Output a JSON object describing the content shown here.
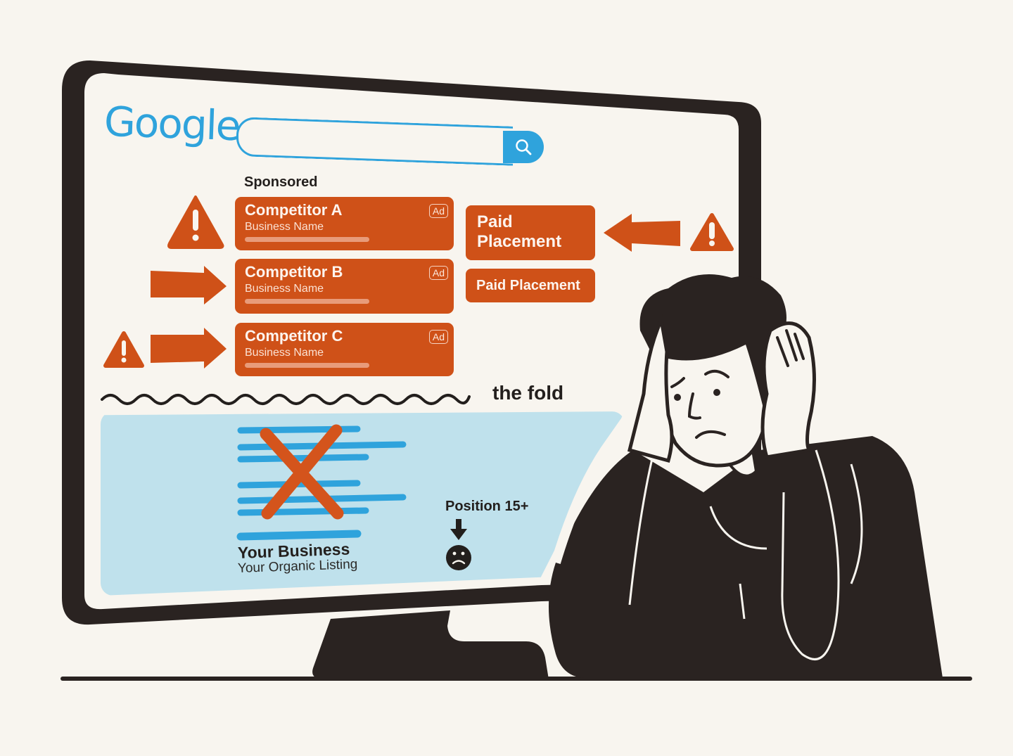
{
  "colors": {
    "background": "#f8f5ef",
    "accent_orange": "#cf5118",
    "google_blue": "#2fa3dc",
    "organic_panel": "#bfe1ec",
    "ink": "#231f1d"
  },
  "search": {
    "logo": "Google",
    "placeholder": "",
    "button_icon": "search-icon"
  },
  "sponsored_section": {
    "label": "Sponsored",
    "ads": [
      {
        "title": "Competitor A",
        "subtitle": "Business Name",
        "badge": "Ad"
      },
      {
        "title": "Competitor B",
        "subtitle": "Business Name",
        "badge": "Ad"
      },
      {
        "title": "Competitor C",
        "subtitle": "Business Name",
        "badge": "Ad"
      }
    ]
  },
  "side_panel": {
    "paid_large": "Paid Placement",
    "paid_small": "Paid Placement"
  },
  "fold": {
    "label": "the fold"
  },
  "organic": {
    "title": "Your Business",
    "subtitle": "Your Organic Listing",
    "position_label": "Position 15+",
    "mood_icon": "sad-face-icon"
  },
  "icons": [
    "warning-icon",
    "arrow-right-icon",
    "arrow-left-icon",
    "x-mark-icon",
    "arrow-down-icon",
    "sad-face-icon",
    "search-icon"
  ]
}
